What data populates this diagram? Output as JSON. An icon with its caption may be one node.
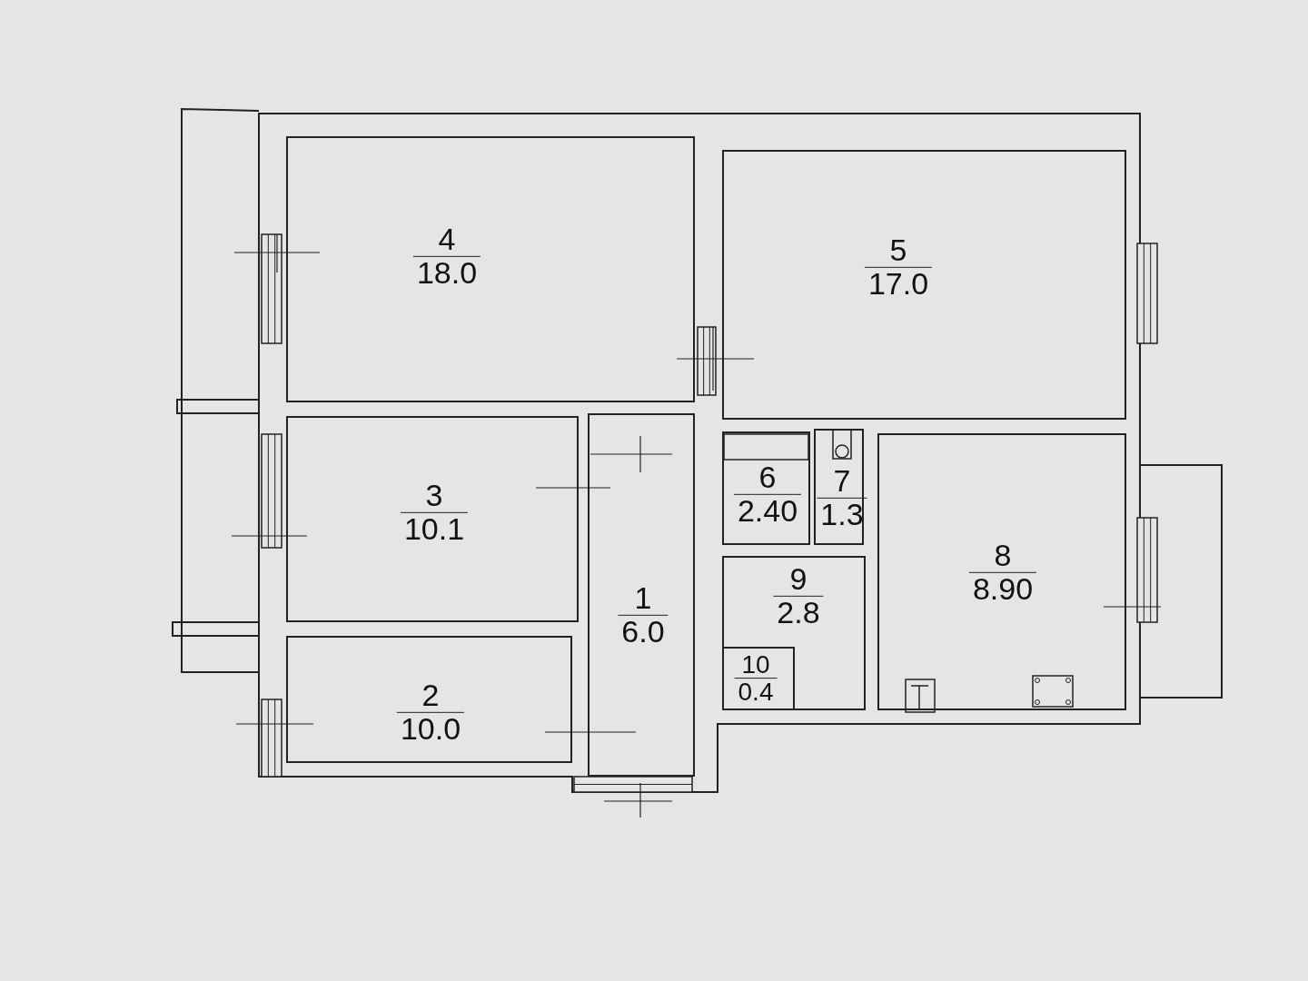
{
  "diagram": {
    "nodes": [
      {
        "text": [
          "1",
          "6.0"
        ]
      },
      {
        "text": [
          "2",
          "10.0"
        ]
      },
      {
        "text": [
          "3",
          "10.1"
        ]
      },
      {
        "text": [
          "4",
          "18.0"
        ]
      },
      {
        "text": [
          "5",
          "17.0"
        ]
      },
      {
        "text": [
          "6",
          "2.40"
        ]
      },
      {
        "text": [
          "7",
          "1.3"
        ]
      },
      {
        "text": [
          "8",
          "8.90"
        ]
      },
      {
        "text": [
          "9",
          "2.8"
        ]
      },
      {
        "text": [
          "10",
          "0.4"
        ],
        "in": 8
      }
    ]
  }
}
